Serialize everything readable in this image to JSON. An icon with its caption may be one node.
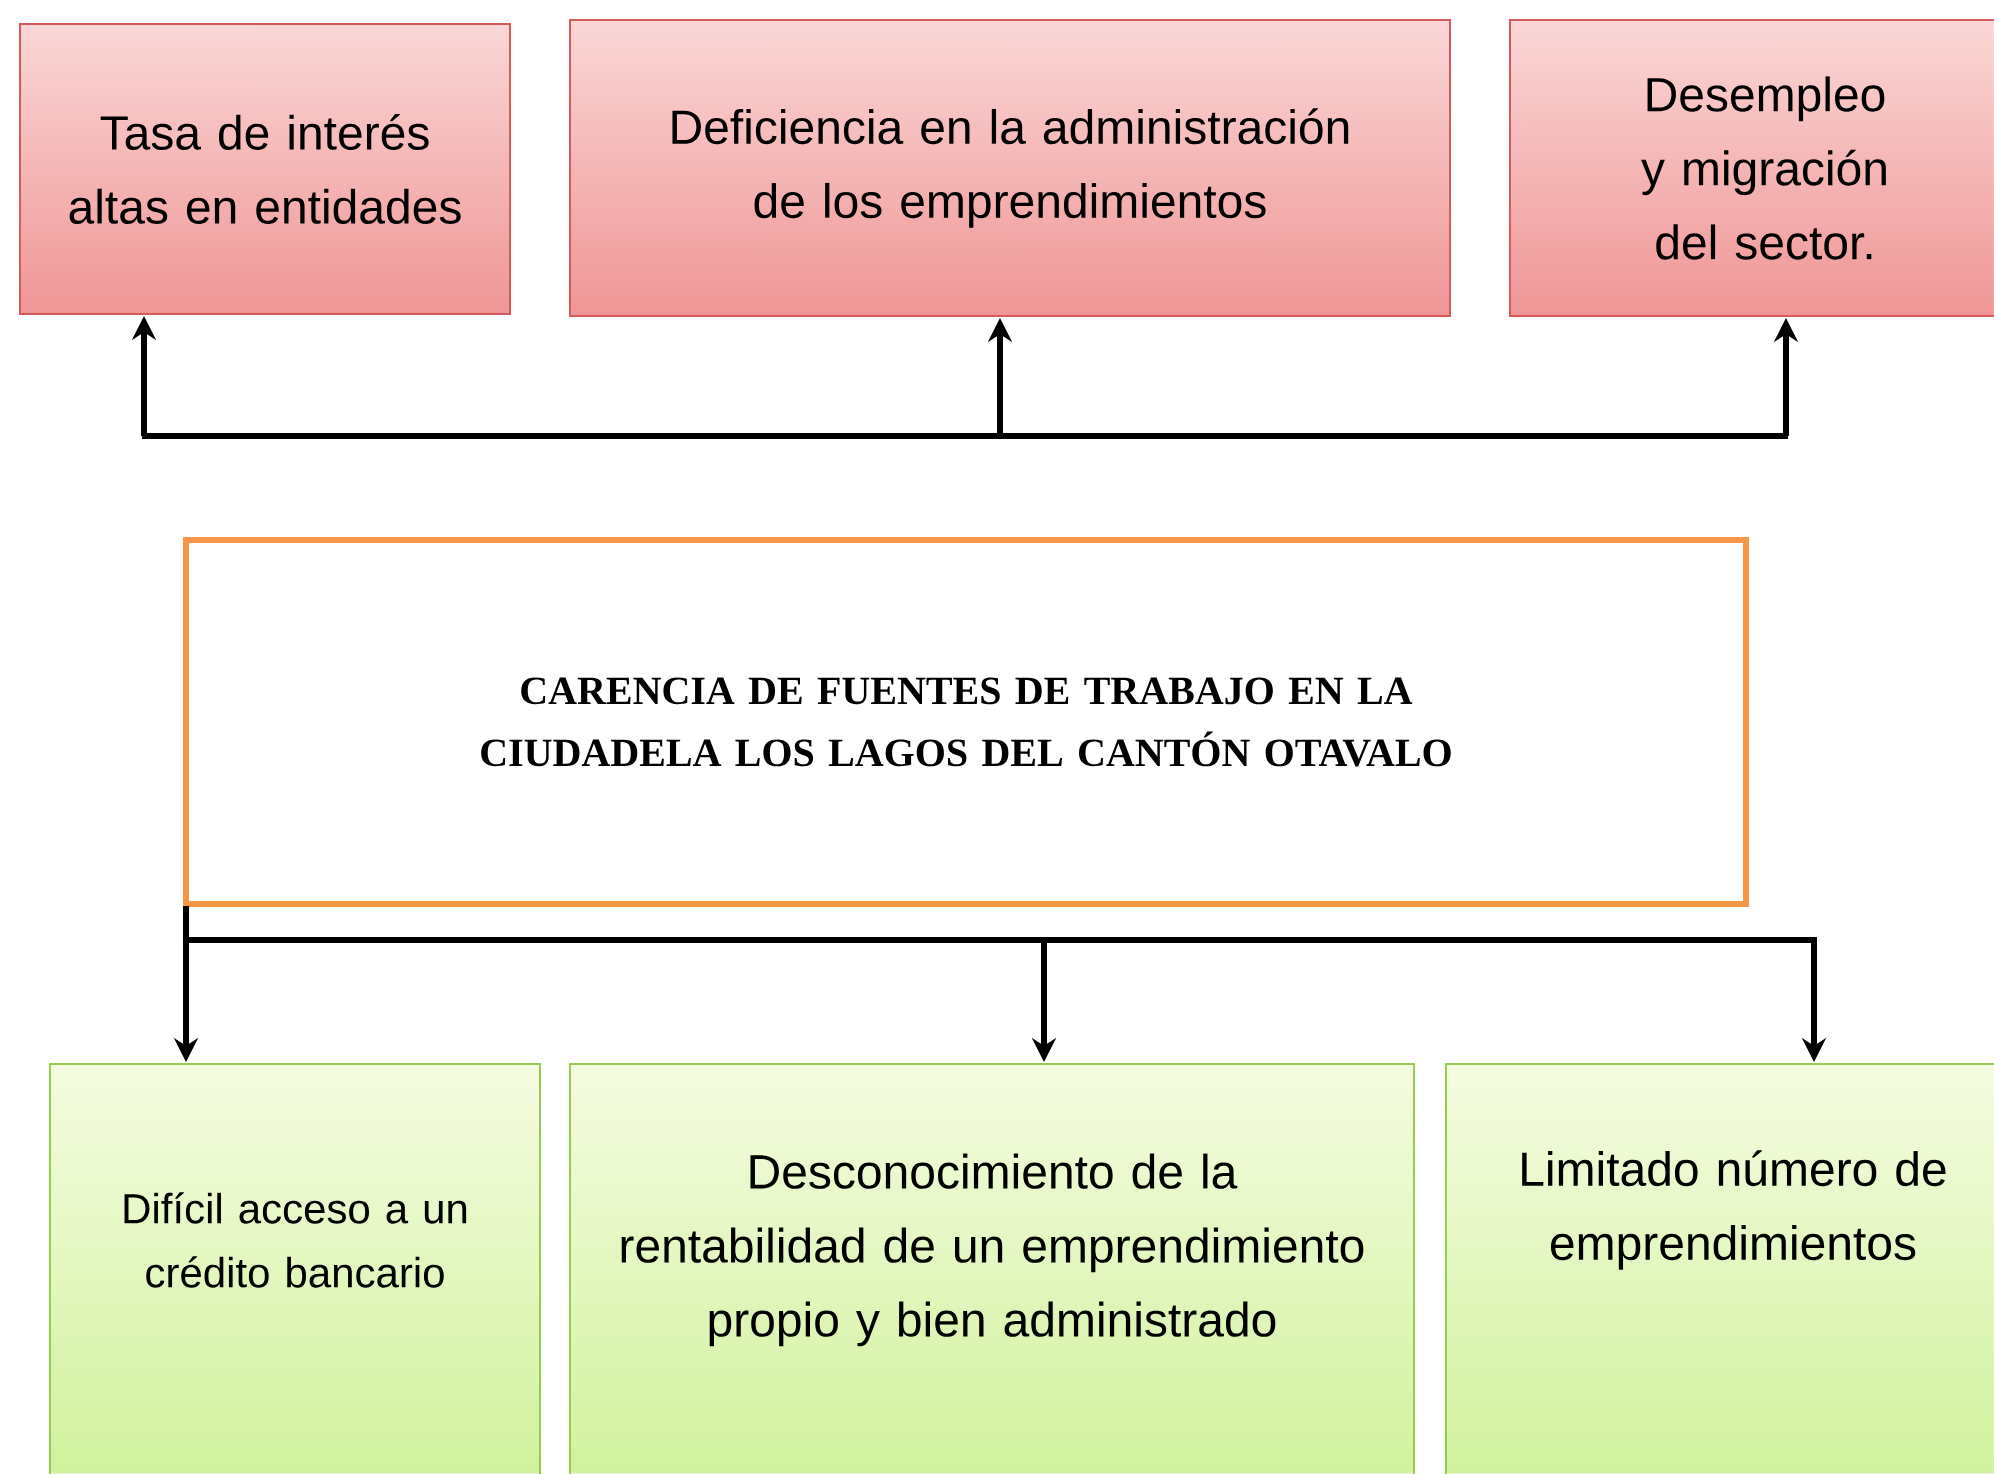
{
  "diagram": {
    "nodes": [
      {
        "text": [
          "Tasa de interés altas en entidades"
        ]
      },
      {
        "text": [
          "Deficiencia en la administración de los emprendimientos"
        ]
      },
      {
        "text": [
          "Desempleo y migración del sector."
        ]
      },
      {
        "text": [
          "CARENCIA DE FUENTES DE TRABAJO EN LA CIUDADELA LOS LAGOS DEL CANTÓN OTAVALO"
        ]
      },
      {
        "text": [
          "Difícil acceso a un crédito bancario"
        ]
      },
      {
        "text": [
          "Desconocimiento de la rentabilidad de un emprendimiento propio y bien administrado"
        ]
      },
      {
        "text": [
          "Limitado número de emprendimientos"
        ]
      }
    ],
    "edges": [
      {
        "from": null,
        "to": 0,
        "arrow": "to"
      },
      {
        "from": null,
        "to": 1,
        "arrow": "to"
      },
      {
        "from": null,
        "to": 2,
        "arrow": "to"
      },
      {
        "from": 3,
        "to": 4,
        "arrow": "to"
      },
      {
        "from": 3,
        "to": 5,
        "arrow": "to"
      },
      {
        "from": 3,
        "to": 6,
        "arrow": "to"
      }
    ]
  }
}
